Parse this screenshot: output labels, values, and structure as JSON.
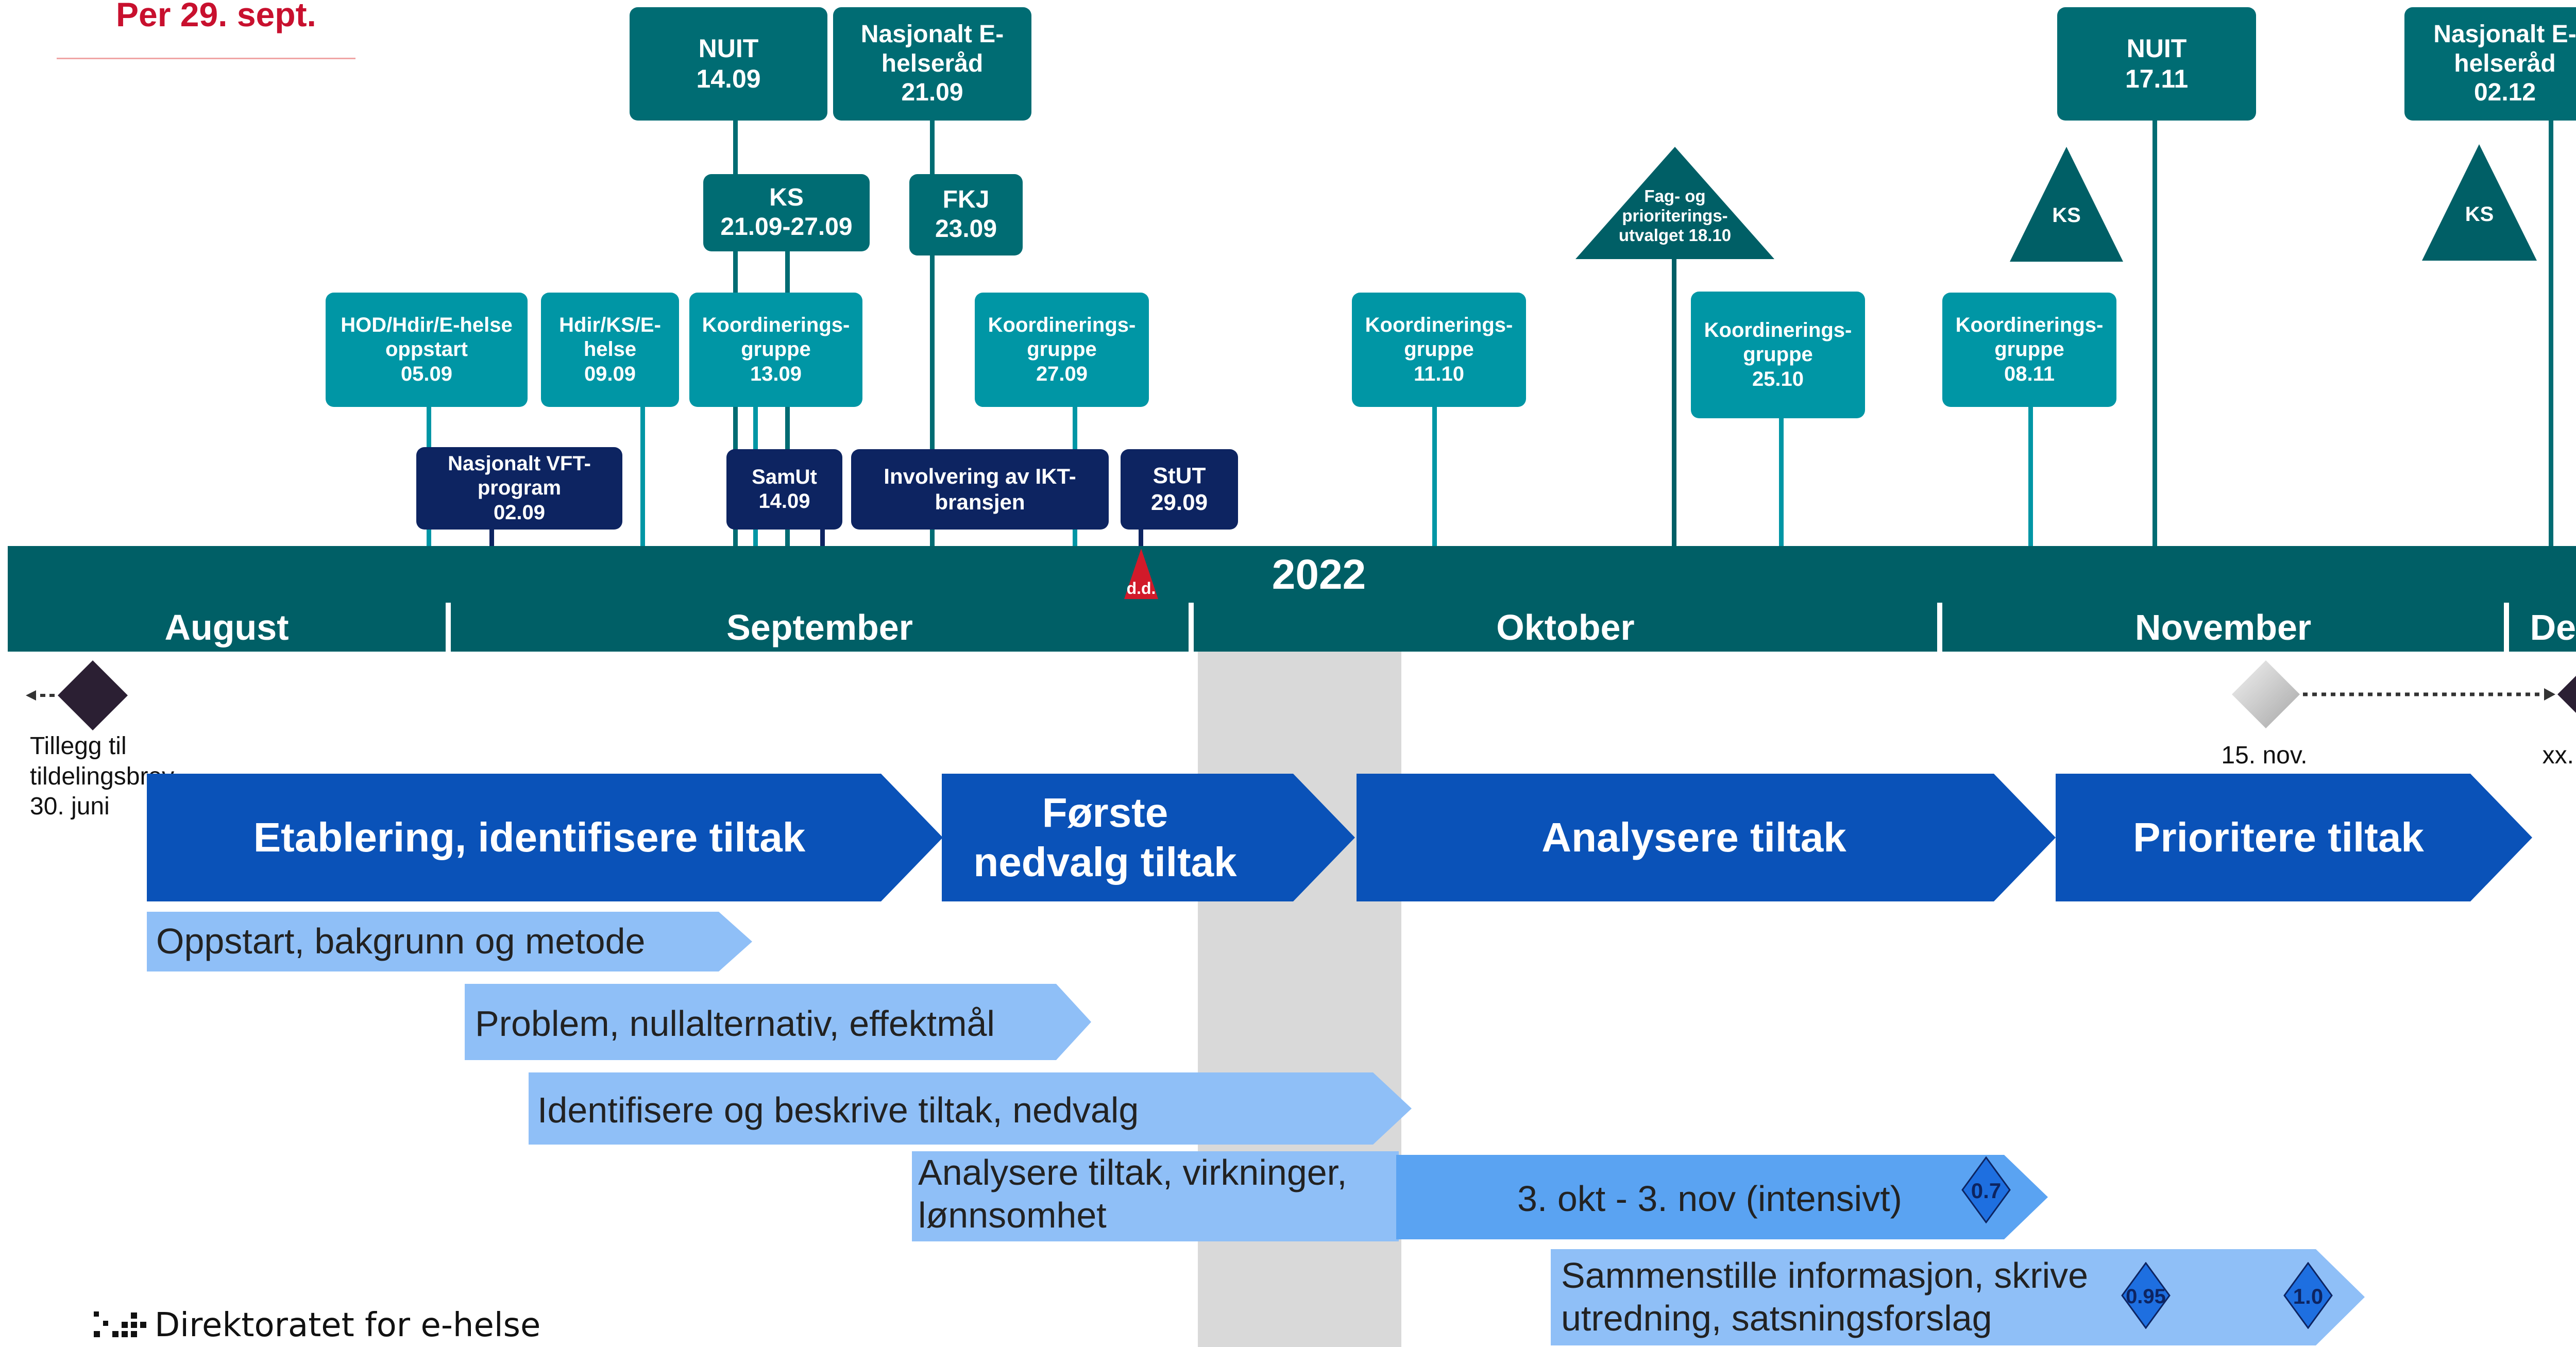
{
  "header": {
    "date_label": "Per 29. sept."
  },
  "timeline": {
    "year": "2022",
    "months": [
      "August",
      "September",
      "Oktober",
      "November",
      "Des."
    ],
    "today_marker": "d.d."
  },
  "events": {
    "nuit_1": {
      "title": "NUIT",
      "date": "14.09"
    },
    "ehelseraad_1": {
      "title": "Nasjonalt E-helseråd",
      "date": "21.09"
    },
    "ks_1": {
      "title": "KS",
      "date": "21.09-27.09"
    },
    "fkj": {
      "title": "FKJ",
      "date": "23.09"
    },
    "hod": {
      "title": "HOD/Hdir/E-helse oppstart",
      "date": "05.09"
    },
    "hdir_ks": {
      "title": "Hdir/KS/E-helse",
      "date": "09.09"
    },
    "koord_1": {
      "title": "Koordinerings-gruppe",
      "date": "13.09"
    },
    "koord_2": {
      "title": "Koordinerings-gruppe",
      "date": "27.09"
    },
    "vft": {
      "title": "Nasjonalt VFT-program",
      "date": "02.09"
    },
    "samut": {
      "title": "SamUt",
      "date": "14.09"
    },
    "ikt": {
      "title": "Involvering av IKT-bransjen"
    },
    "stut": {
      "title": "StUT",
      "date": "29.09"
    },
    "koord_3": {
      "title": "Koordinerings-gruppe",
      "date": "11.10"
    },
    "fagutvalg": {
      "title": "Fag- og prioriterings-utvalget 18.10"
    },
    "koord_4": {
      "title": "Koordinerings-gruppe",
      "date": "25.10"
    },
    "ks_2": {
      "title": "KS"
    },
    "koord_5": {
      "title": "Koordinerings-gruppe",
      "date": "08.11"
    },
    "nuit_2": {
      "title": "NUIT",
      "date": "17.11"
    },
    "ks_3": {
      "title": "KS"
    },
    "ehelseraad_2": {
      "title": "Nasjonalt E-helseråd",
      "date": "02.12"
    }
  },
  "milestones": {
    "tillegg": "Tillegg til tildelingsbrev 30. juni",
    "nov15": "15. nov.",
    "xxdes": "xx. des."
  },
  "phases": [
    "Etablering, identifisere tiltak",
    "Første nedvalg tiltak",
    "Analysere tiltak",
    "Prioritere tiltak"
  ],
  "activities": {
    "oppstart": "Oppstart, bakgrunn og metode",
    "problem": "Problem, nullalternativ, effektmål",
    "identifisere": "Identifisere og beskrive tiltak, nedvalg",
    "analysere": "Analysere tiltak, virkninger, lønnsomhet",
    "intensivt": "3. okt - 3. nov (intensivt)",
    "sammenstille": "Sammenstille informasjon, skrive utredning, satsningsforslag"
  },
  "versions": {
    "v07": "0.7",
    "v095": "0.95",
    "v10": "1.0"
  },
  "footer": {
    "logo_text": "Direktoratet for e-helse"
  },
  "colors": {
    "band": "#005f66",
    "event_dark": "#006c73",
    "event_mid": "#0096a5",
    "event_navy": "#0d2461",
    "phase": "#0a52b8",
    "activity_light": "#8fbff7",
    "activity_mid": "#5aa3f2",
    "red": "#c8102e",
    "diamond_dark": "#2b1f33",
    "highlight": "#d9d9d9"
  }
}
